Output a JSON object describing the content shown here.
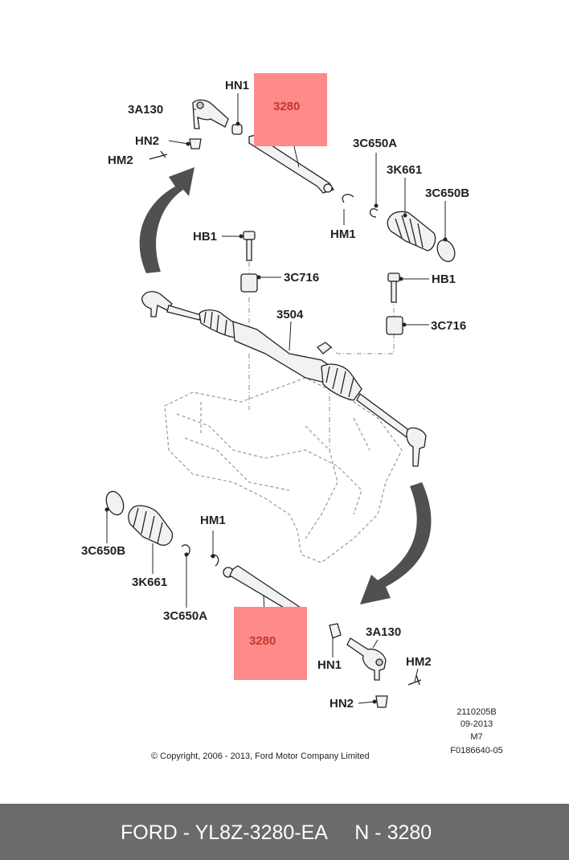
{
  "highlight_color": "#ff8a8a",
  "highlight_text_color": "#c0392b",
  "footer_color": "#6b6b6b",
  "labels": {
    "top": {
      "hn1": "HN1",
      "part_3a130": "3A130",
      "part_3280": "3280",
      "hn2": "HN2",
      "hm2": "HM2",
      "part_3c650a": "3C650A",
      "part_3k661": "3K661",
      "part_3c650b": "3C650B",
      "hm1": "HM1"
    },
    "middle": {
      "hb1_left": "HB1",
      "part_3c716_left": "3C716",
      "hb1_right": "HB1",
      "part_3c716_right": "3C716",
      "part_3504": "3504"
    },
    "bottom": {
      "hm1": "HM1",
      "part_3c650b": "3C650B",
      "part_3k661": "3K661",
      "part_3c650a": "3C650A",
      "part_3280": "3280",
      "part_3a130": "3A130",
      "hn1": "HN1",
      "hm2": "HM2",
      "hn2": "HN2"
    }
  },
  "meta": {
    "code1": "2110205B",
    "date": "09-2013",
    "model": "M7",
    "figure": "F0186640-05"
  },
  "copyright": "© Copyright, 2006 - 2013, Ford Motor Company Limited",
  "footer": "FORD - YL8Z-3280-EA     N - 3280"
}
